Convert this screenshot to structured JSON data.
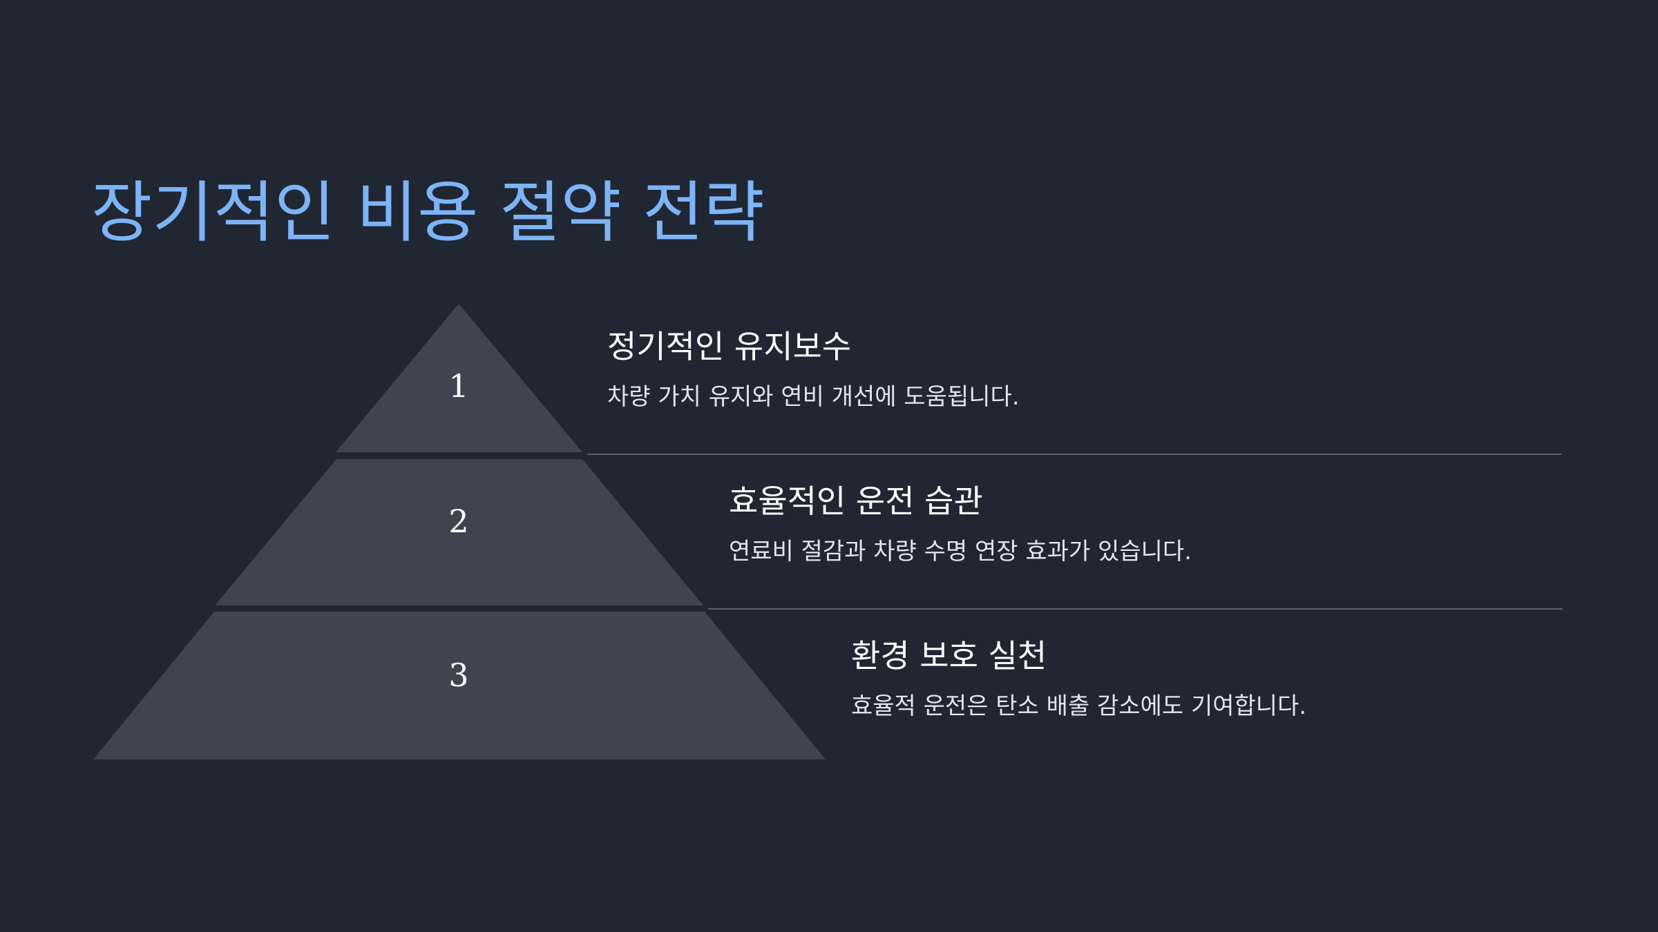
{
  "colors": {
    "background": "#202733",
    "title": "#7cb4f7",
    "tier_fill": "#3e4550",
    "text": "#ffffff",
    "desc_text": "#e2e5ea",
    "divider": "#5a616c"
  },
  "title": "장기적인 비용 절약 전략",
  "tiers": [
    {
      "number": "1",
      "title": "정기적인 유지보수",
      "description": "차량 가치 유지와 연비 개선에 도움됩니다."
    },
    {
      "number": "2",
      "title": "효율적인 운전 습관",
      "description": "연료비 절감과 차량 수명 연장 효과가 있습니다."
    },
    {
      "number": "3",
      "title": "환경 보호 실천",
      "description": "효율적 운전은 탄소 배출 감소에도 기여합니다."
    }
  ]
}
